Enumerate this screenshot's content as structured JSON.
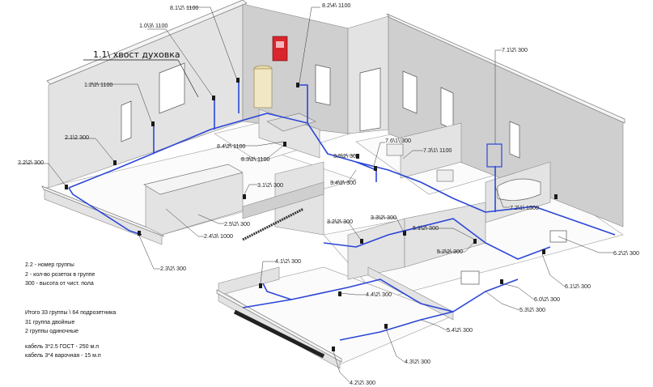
{
  "title": "1.1\\ хвост духовка",
  "labels": [
    "8.1\\2\\ 1100",
    "8.2\\4\\ 1100",
    "1.0\\3\\ 1100",
    "1.2\\2\\ 1100",
    "2.1\\2 300",
    "2.2\\2\\ 300",
    "8.4\\2\\ 1100",
    "8.3\\2\\ 1100",
    "3.5\\2\\ 300",
    "7.6\\1\\ 300",
    "7.3\\1\\ 1100",
    "3.4\\2\\ 300",
    "7.1\\2\\ 300",
    "3.1\\2\\ 300",
    "7.2\\1\\ 1500",
    "2.5\\2\\ 300",
    "2.4\\3\\ 1000",
    "2.3\\2\\ 300",
    "3.2\\2\\ 300",
    "3.3\\2\\ 300",
    "5.1\\2\\ 300",
    "5.2\\2\\ 300",
    "4.1\\2\\ 300",
    "4.4\\2\\ 300",
    "6.2\\2\\ 300",
    "6.1\\2\\ 300",
    "6.0\\2\\ 300",
    "5.3\\2\\ 300",
    "5.4\\2\\ 300",
    "4.3\\2\\ 300",
    "4.2\\2\\ 300"
  ],
  "legend": {
    "group_key": [
      "2.2 - номер группы",
      "2      - кол-во розеток в группе",
      "300 - высота от чист. пола"
    ],
    "totals": [
      "Итого 33 группы \\ 64 подрозетника",
      "31 группа двойные",
      "2 группы одиночные"
    ],
    "cables": [
      "кабель 3*2.5 ГОСТ     - 250 м.п",
      "кабель 3*4 варочная  -  15 м.п"
    ]
  },
  "colors": {
    "cable": "#2b46d6",
    "wall": "#e3e3e3",
    "boiler": "#d9252c"
  }
}
